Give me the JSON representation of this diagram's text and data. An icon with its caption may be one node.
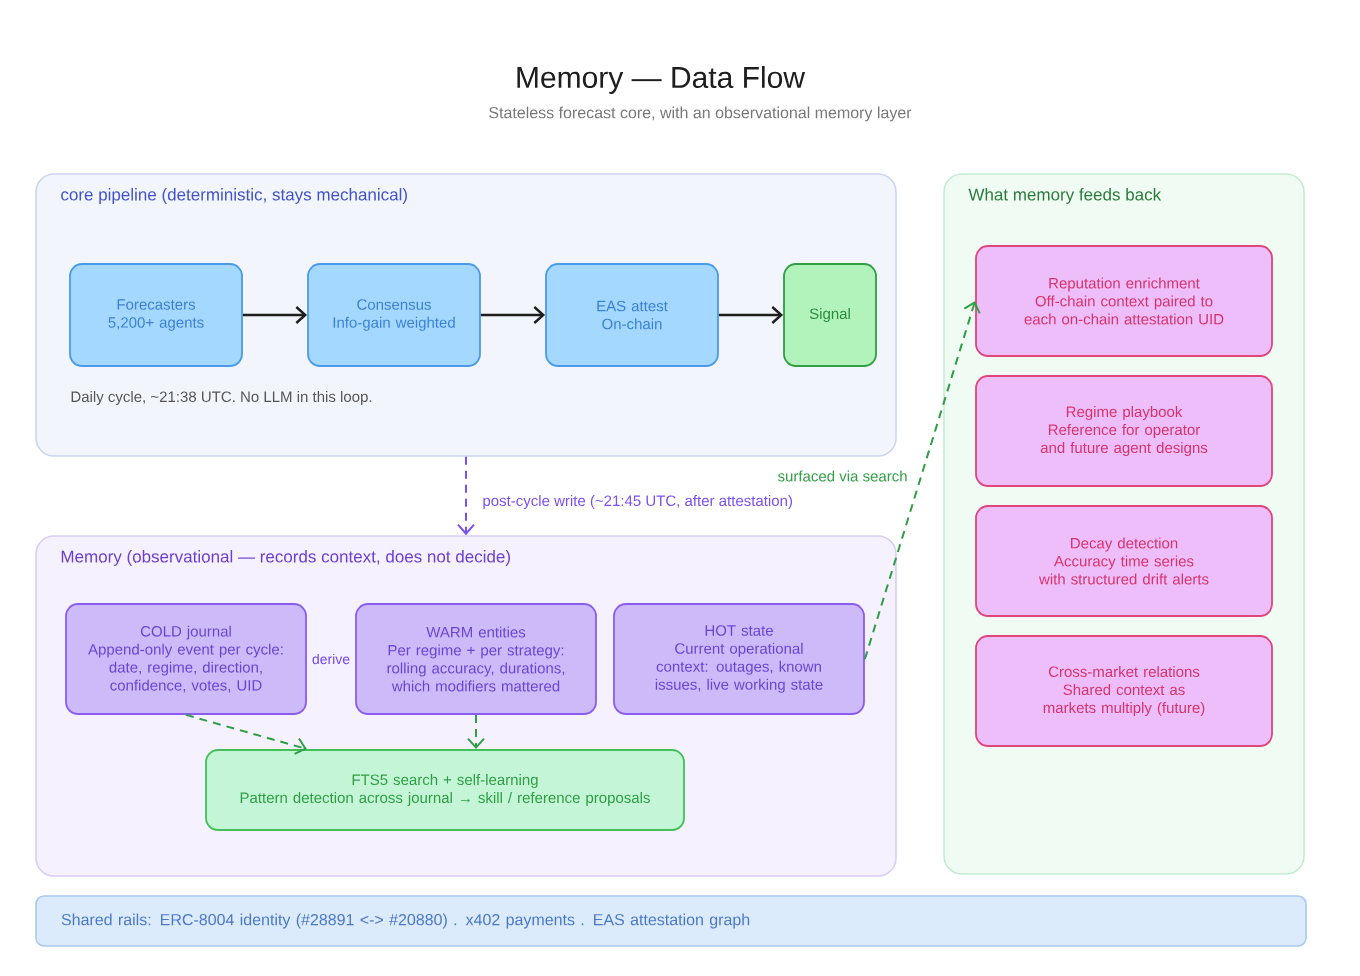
{
  "diagram": {
    "title": "Memory — Data Flow",
    "nodes": [
      {
        "text": [
          "core pipeline (deterministic, stays mechanical)",
          "Daily cycle, ~21:38 UTC. No LLM in this loop."
        ]
      },
      {
        "text": [
          "Forecasters",
          "5,200+ agents"
        ],
        "in": 0
      },
      {
        "text": [
          "Consensus",
          "Info-gain weighted"
        ],
        "in": 0
      },
      {
        "text": [
          "EAS attest",
          "On-chain"
        ],
        "in": 0
      },
      {
        "text": [
          "Signal"
        ],
        "in": 0
      },
      {
        "text": [
          "Memory (observational — records context, does not decide)"
        ]
      },
      {
        "text": [
          "COLD journal",
          "Append-only event per cycle: date, regime, direction, confidence, votes, UID"
        ],
        "in": 5
      },
      {
        "text": [
          "WARM entities",
          "Per regime + per strategy: rolling accuracy, durations, which modifiers mattered"
        ],
        "in": 5
      },
      {
        "text": [
          "HOT state",
          "Current operational context: outages, known issues, live working state"
        ],
        "in": 5
      },
      {
        "text": [
          "FTS5 search + self-learning",
          "Pattern detection across journal → skill / reference proposals"
        ],
        "in": 5
      },
      {
        "text": [
          "What memory feeds back"
        ]
      },
      {
        "text": [
          "Reputation enrichment",
          "Off-chain context paired to each on-chain attestation UID"
        ],
        "in": 10
      },
      {
        "text": [
          "Regime playbook",
          "Reference for operator and future agent designs"
        ],
        "in": 10
      },
      {
        "text": [
          "Decay detection",
          "Accuracy time series with structured drift alerts"
        ],
        "in": 10
      },
      {
        "text": [
          "Cross-market relations",
          "Shared context as markets multiply (future)"
        ],
        "in": 10
      },
      {
        "text": [
          "Shared rails: ERC-8004 identity (#28891 <-> #20880) . x402 payments . EAS attestation graph"
        ]
      }
    ],
    "edges": [
      {
        "from": 1,
        "to": 2,
        "arrow": "to"
      },
      {
        "from": 2,
        "to": 3,
        "arrow": "to"
      },
      {
        "from": 3,
        "to": 4,
        "arrow": "to"
      },
      {
        "from": 0,
        "to": 5,
        "arrow": "to",
        "label": "post-cycle write (~21:45 UTC, after attestation)",
        "style": "dashed",
        "color": "#7950f2"
      },
      {
        "from": 6,
        "to": 9,
        "arrow": "to",
        "style": "dashed",
        "color": "#2f9e44"
      },
      {
        "from": 7,
        "to": 9,
        "arrow": "to",
        "style": "dashed",
        "color": "#2f9e44"
      },
      {
        "from": 8,
        "to": 11,
        "arrow": "to",
        "label": "surfaced via search",
        "style": "dashed",
        "color": "#2f9e44"
      }
    ],
    "labels": [
      "Stateless forecast core, with an observational memory layer",
      "derive"
    ]
  }
}
